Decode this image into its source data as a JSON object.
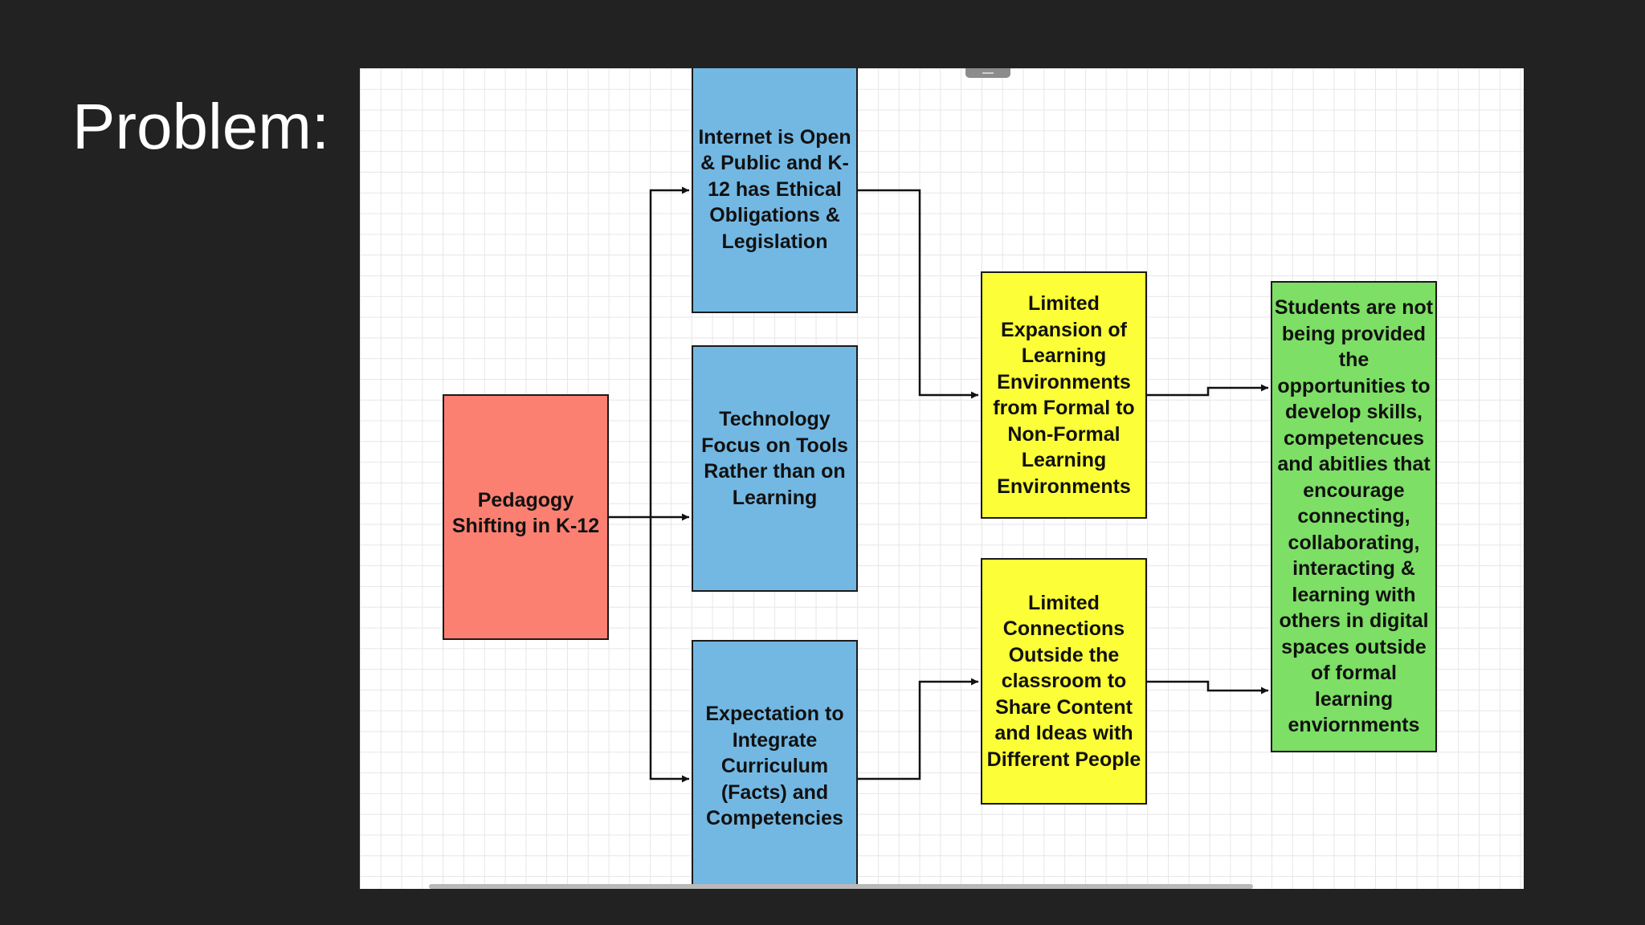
{
  "slide": {
    "title": "Problem:"
  },
  "colors": {
    "background": "#222222",
    "pink": "#fb8072",
    "blue": "#73b8e3",
    "yellow": "#fcff38",
    "green": "#7ddf65"
  },
  "diagram": {
    "nodes": {
      "pedagogy": {
        "label": "Pedagogy Shifting in K-12"
      },
      "internet": {
        "label": "Internet is Open & Public and K-12 has Ethical Obligations & Legislation"
      },
      "technology": {
        "label": "Technology Focus on Tools Rather than on Learning"
      },
      "expectation": {
        "label": "Expectation to Integrate Curriculum (Facts) and Competencies"
      },
      "limited_expansion": {
        "label": "Limited Expansion of Learning Environments from Formal to Non-Formal Learning Environments"
      },
      "limited_connections": {
        "label": "Limited Connections Outside the classroom to Share Content and Ideas with Different People"
      },
      "students": {
        "label": "Students are not being provided the opportunities to develop skills, competencues and abitlies that encourage connecting, collaborating, interacting & learning with others in digital spaces outside of formal learning enviornments"
      }
    },
    "edges": [
      {
        "from": "pedagogy",
        "to": "internet"
      },
      {
        "from": "pedagogy",
        "to": "technology"
      },
      {
        "from": "pedagogy",
        "to": "expectation"
      },
      {
        "from": "internet",
        "to": "limited_expansion"
      },
      {
        "from": "expectation",
        "to": "limited_connections"
      },
      {
        "from": "limited_expansion",
        "to": "students"
      },
      {
        "from": "limited_connections",
        "to": "students"
      }
    ]
  }
}
